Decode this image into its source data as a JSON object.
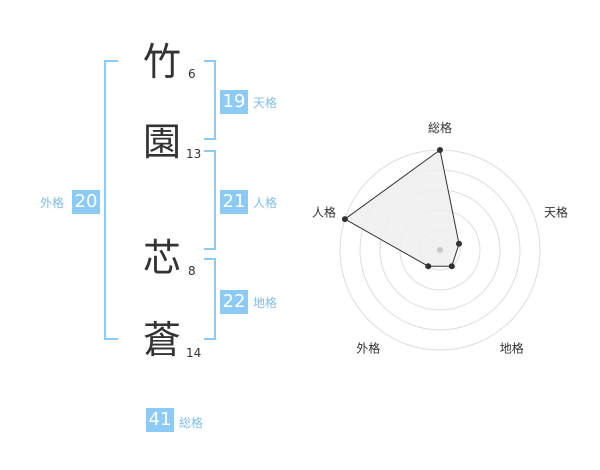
{
  "name": {
    "characters": [
      {
        "char": "竹",
        "strokes": "6"
      },
      {
        "char": "園",
        "strokes": "13"
      },
      {
        "char": "芯",
        "strokes": "8"
      },
      {
        "char": "蒼",
        "strokes": "14"
      }
    ]
  },
  "fortunes": {
    "tenkaku": {
      "value": "19",
      "label": "天格"
    },
    "jinkaku": {
      "value": "21",
      "label": "人格"
    },
    "chikaku": {
      "value": "22",
      "label": "地格"
    },
    "gaikaku": {
      "value": "20",
      "label": "外格"
    },
    "soukaku": {
      "value": "41",
      "label": "総格"
    }
  },
  "chart_data": {
    "type": "radar",
    "axes": [
      "総格",
      "天格",
      "地格",
      "外格",
      "人格"
    ],
    "values": [
      5,
      1,
      1,
      1,
      5
    ],
    "max": 5,
    "rings": 5,
    "colors": {
      "fill": "#efefef",
      "line": "#333333",
      "grid": "#dddddd",
      "point": "#333333",
      "center": "#c8c8c8"
    }
  }
}
